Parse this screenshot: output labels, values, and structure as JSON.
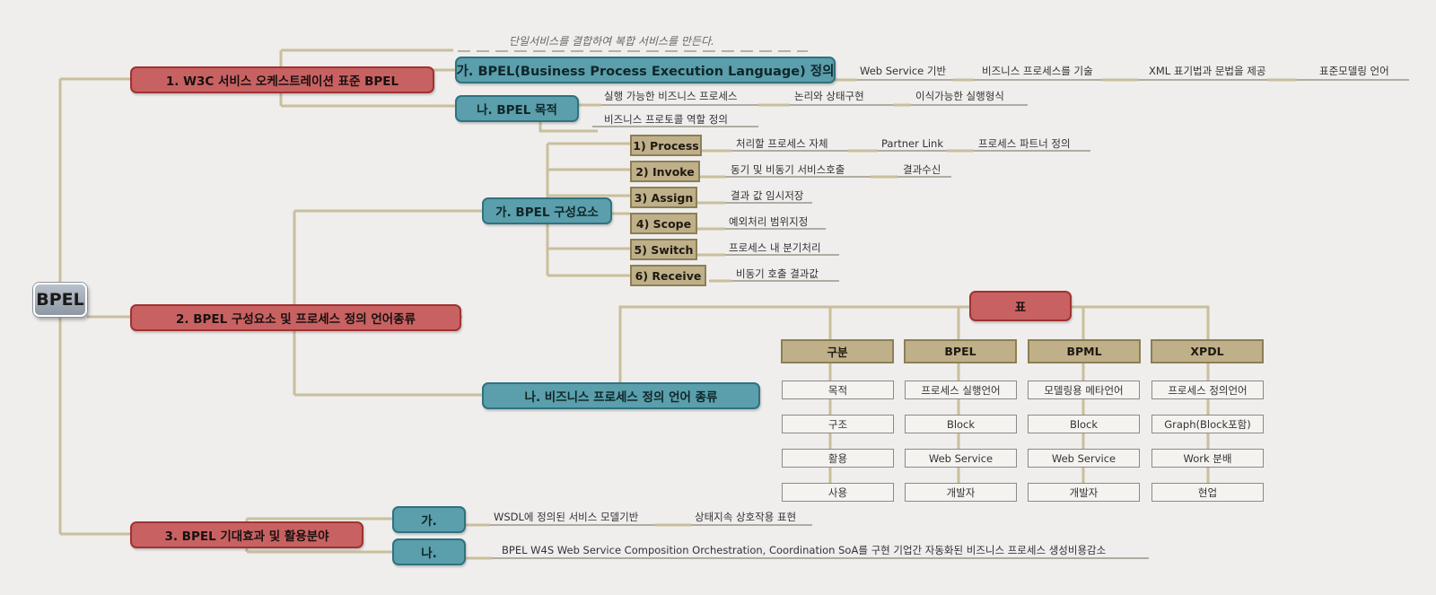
{
  "root": {
    "label": "BPEL"
  },
  "branches": [
    {
      "label": "1. W3C 서비스  오케스트레이션  표준  BPEL",
      "children": [
        {
          "label": "가. BPEL(Business Process Execution Language) 정의",
          "note": "단일서비스를 결합하여 복합 서비스를 만든다.",
          "leaves": [
            "Web Service 기반",
            "비즈니스 프로세스를 기술",
            "XML 표기법과 문법을 제공",
            "표준모델링 언어"
          ]
        },
        {
          "label": "나. BPEL 목적",
          "leaves": [
            "실행 가능한 비즈니스 프로세스",
            "논리와 상태구현",
            "이식가능한 실행형식"
          ],
          "leaves2": [
            "비즈니스 프로토콜 역할 정의"
          ]
        }
      ]
    },
    {
      "label": "2. BPEL 구성요소  및  프로세스  정의  언어종류",
      "children": [
        {
          "label": "가. BPEL 구성요소",
          "elements": [
            {
              "label": "1)  Process",
              "leaves": [
                "처리할 프로세스 자체",
                "Partner Link",
                "프로세스 파트너 정의"
              ]
            },
            {
              "label": "2)  Invoke",
              "leaves": [
                "동기 및 비동기 서비스호출",
                "결과수신"
              ]
            },
            {
              "label": "3)  Assign",
              "leaves": [
                "결과 값 임시저장"
              ]
            },
            {
              "label": "4)  Scope",
              "leaves": [
                "예외처리 범위지정"
              ]
            },
            {
              "label": "5)  Switch",
              "leaves": [
                "프로세스 내 분기처리"
              ]
            },
            {
              "label": "6)  Receive",
              "leaves": [
                "비동기 호출 결과값"
              ]
            }
          ]
        },
        {
          "label": "나. 비즈니스  프로세스  정의  언어  종류",
          "table": {
            "title": "표",
            "columns": [
              {
                "header": "구분",
                "cells": [
                  "목적",
                  "구조",
                  "활용",
                  "사용"
                ]
              },
              {
                "header": "BPEL",
                "cells": [
                  "프로세스 실행언어",
                  "Block",
                  "Web Service",
                  "개발자"
                ]
              },
              {
                "header": "BPML",
                "cells": [
                  "모델링용 메타언어",
                  "Block",
                  "Web Service",
                  "개발자"
                ]
              },
              {
                "header": "XPDL",
                "cells": [
                  "프로세스 정의언어",
                  "Graph(Block포함)",
                  "Work 분배",
                  "현업"
                ]
              }
            ]
          }
        }
      ]
    },
    {
      "label": "3. BPEL 기대효과  및  활용분야",
      "children": [
        {
          "label": "가.",
          "leaves": [
            "WSDL에 정의된 서비스 모델기반",
            "상태지속 상호작용 표현"
          ]
        },
        {
          "label": "나.",
          "leaves": [
            "BPEL W4S Web Service Composition Orchestration, Coordination SoA를 구현 기업간 자동화된 비즈니스 프로세스 생성비용감소"
          ]
        }
      ]
    }
  ],
  "colors": {
    "background": "#efeeec",
    "root": "#a3acb7",
    "level1": "#c86262",
    "level2": "#5a9fab",
    "level3": "#bfb08a",
    "connector": "#c9bf9c"
  }
}
